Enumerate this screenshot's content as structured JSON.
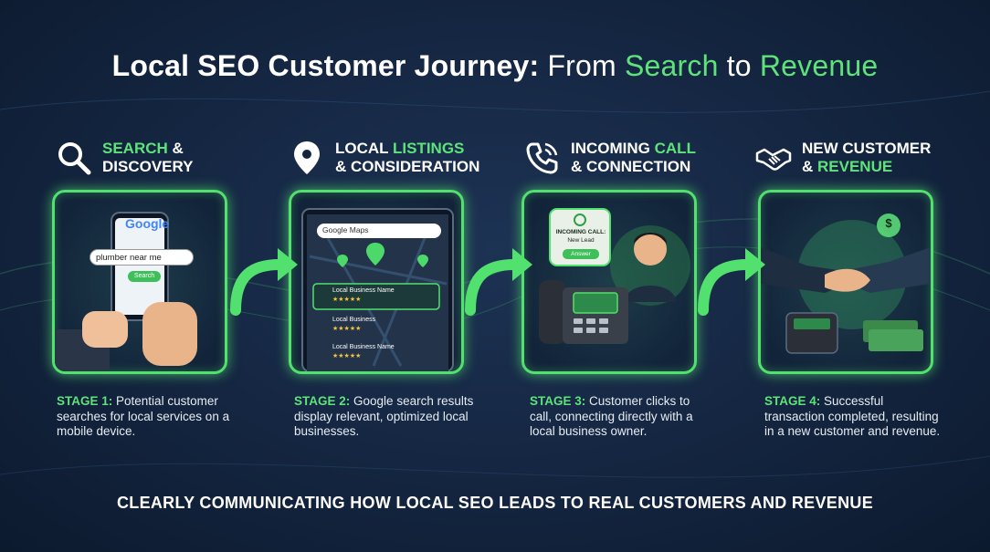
{
  "title": {
    "part1": "Local SEO Customer Journey:",
    "part2": "From",
    "highlight1": "Search",
    "part3": "to",
    "highlight2": "Revenue"
  },
  "stages": [
    {
      "icon": "magnifier-icon",
      "heading_green": "Search",
      "heading_white": "&",
      "heading_line2": "Discovery",
      "stage_label": "STAGE 1:",
      "description": "Potential customer searches for local services on a mobile device.",
      "phone_brand": "Google",
      "search_query": "plumber near me",
      "search_button": "Search"
    },
    {
      "icon": "location-pin-icon",
      "heading_white": "Local",
      "heading_green": "Listings",
      "heading_line2": "& Consideration",
      "stage_label": "STAGE 2:",
      "description": "Google search results display relevant, optimized local businesses.",
      "map_brand": "Google Maps",
      "listings": [
        "Local Business Name",
        "Local Business",
        "Local Business Name"
      ],
      "rating": "★★★★★"
    },
    {
      "icon": "phone-icon",
      "heading_white": "Incoming",
      "heading_green": "Call",
      "heading_line2": "& Connection",
      "stage_label": "STAGE 3:",
      "description": "Customer clicks to call, connecting directly with a local business owner.",
      "call_title": "INCOMING CALL:",
      "call_subtitle": "New Lead",
      "answer_label": "Answer"
    },
    {
      "icon": "handshake-icon",
      "heading_white": "New Customer",
      "heading_line2_white": "&",
      "heading_line2_green": "Revenue",
      "stage_label": "STAGE 4:",
      "description": "Successful transaction completed, resulting in a new customer and revenue.",
      "coin_symbol": "$"
    }
  ],
  "footer": "CLEARLY COMMUNICATING HOW LOCAL SEO LEADS TO REAL CUSTOMERS AND REVENUE",
  "colors": {
    "accent": "#5ee37a",
    "background": "#142540",
    "text": "#ffffff"
  }
}
